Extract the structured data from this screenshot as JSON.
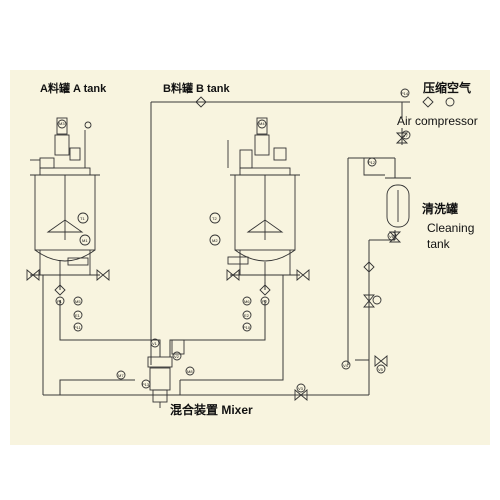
{
  "labels": {
    "tank_a": "A料罐  A tank",
    "tank_b": "B料罐  B tank",
    "air_cn": "压缩空气",
    "air_en": "Air compressor",
    "clean_cn": "清洗罐",
    "clean_en": "Cleaning",
    "clean_en2": "tank",
    "mixer": "混合装置  Mixer"
  },
  "tags": {
    "a_m3": "M3",
    "a_t1": "T1",
    "a_m1": "M1",
    "a_p1": "P1",
    "a_m5": "M5",
    "a_e1": "E1",
    "a_p11": "P11",
    "b_m4": "M4",
    "b_t2": "T2",
    "b_m2": "M2",
    "b_m6": "M6",
    "b_p2": "P2",
    "b_e2": "E2",
    "b_p10": "P10",
    "v1": "V1",
    "v2": "V2",
    "m8": "M8",
    "m7": "M7",
    "p13": "P13",
    "p14": "P14",
    "v7": "V7",
    "p12": "P12",
    "v6": "V6",
    "v4": "V4",
    "v5": "V5",
    "v3": "V3"
  }
}
